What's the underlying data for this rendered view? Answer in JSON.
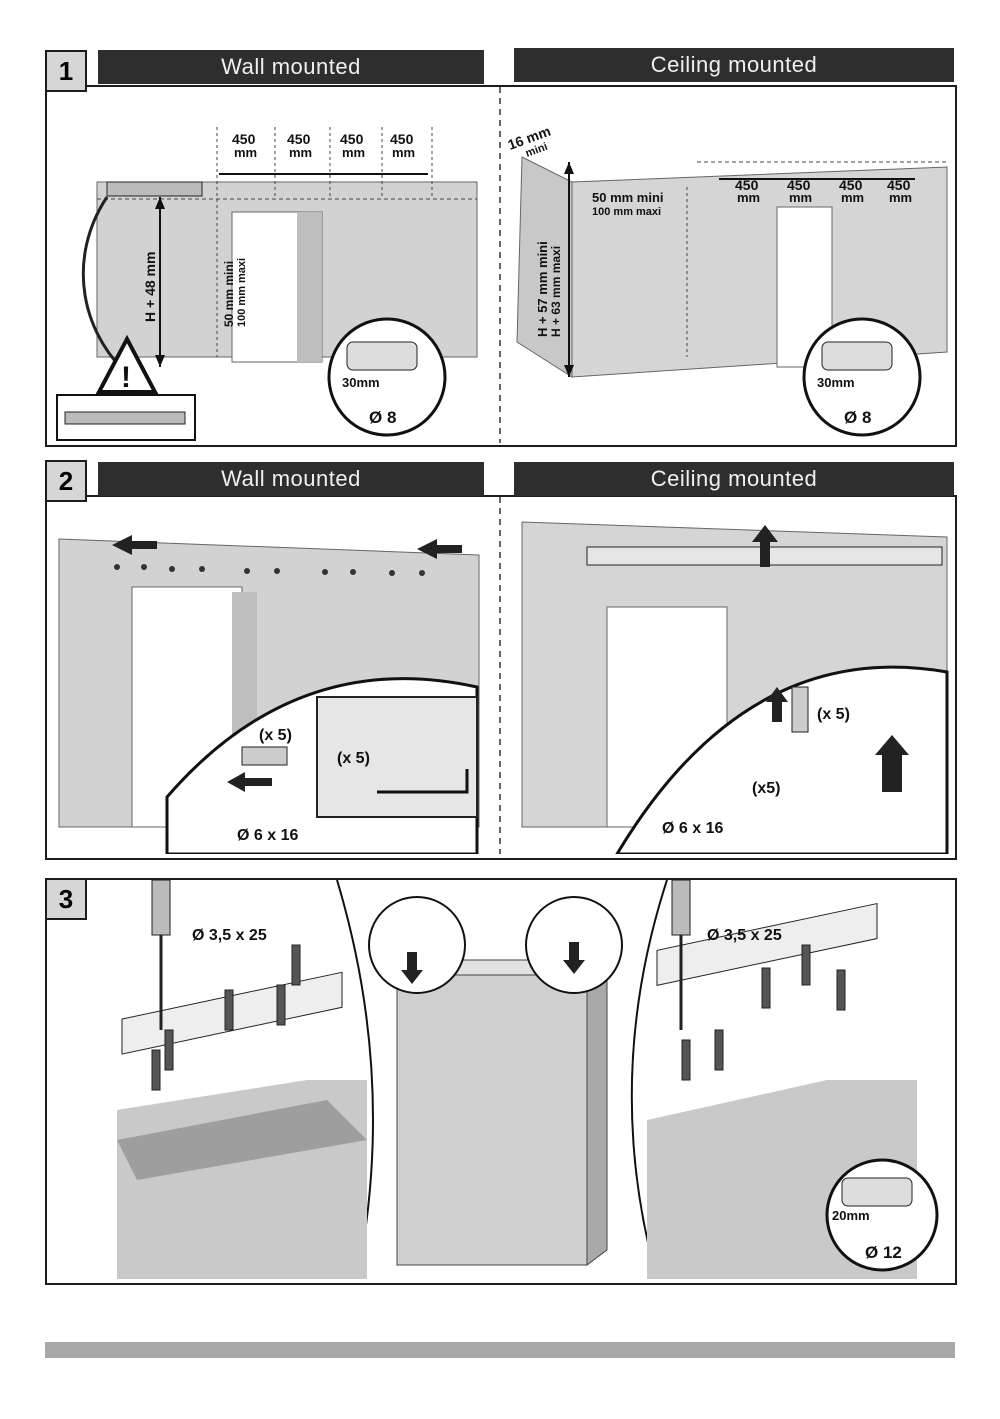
{
  "step1": {
    "number": "1",
    "wall_title": "Wall mounted",
    "ceiling_title": "Ceiling mounted",
    "wall_spacing": [
      "450",
      "450",
      "450",
      "450"
    ],
    "spacing_unit": "mm",
    "wall_height": "H + 48 mm",
    "wall_offset_min": "50 mm mini",
    "wall_offset_max": "100 mm maxi",
    "wall_drill_depth": "30mm",
    "wall_drill_diameter": "Ø 8",
    "ceiling_top": "16 mm",
    "ceiling_top_sub": "mini",
    "ceiling_offset_min": "50 mm mini",
    "ceiling_offset_max": "100 mm maxi",
    "ceiling_height_min": "H + 57 mm mini",
    "ceiling_height_max": "H + 63 mm maxi",
    "ceiling_spacing": [
      "450",
      "450",
      "450",
      "450"
    ],
    "ceiling_drill_depth": "30mm",
    "ceiling_drill_diameter": "Ø 8"
  },
  "step2": {
    "number": "2",
    "wall_title": "Wall mounted",
    "ceiling_title": "Ceiling mounted",
    "wall_qty_anchor": "(x 5)",
    "wall_qty_screw": "(x 5)",
    "wall_screw_size": "Ø 6 x 16",
    "ceiling_qty_anchor": "(x 5)",
    "ceiling_qty_screw": "(x5)",
    "ceiling_screw_size": "Ø 6 x 16"
  },
  "step3": {
    "number": "3",
    "left_screw_size": "Ø 3,5 x 25",
    "right_screw_size": "Ø 3,5 x 25",
    "drill_depth": "20mm",
    "drill_diameter": "Ø 12"
  }
}
